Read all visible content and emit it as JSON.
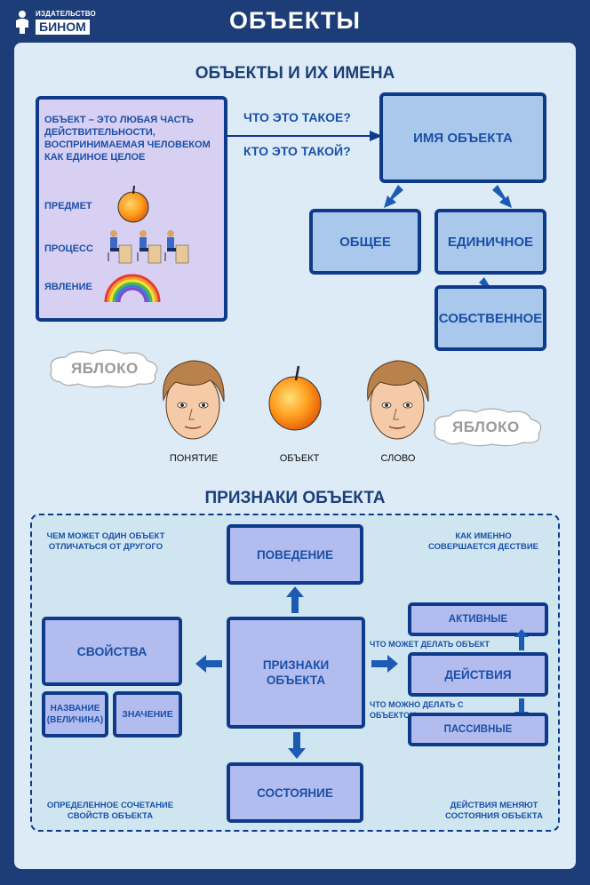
{
  "publisher": {
    "small": "ИЗДАТЕЛЬСТВО",
    "name": "БИНОМ"
  },
  "title": "ОБЪЕКТЫ",
  "section1": {
    "title": "ОБЪЕКТЫ И ИХ ИМЕНА",
    "definition": "ОБЪЕКТ – ЭТО ЛЮБАЯ ЧАСТЬ ДЕЙСТВИТЕЛЬНОСТИ, ВОСПРИНИМАЕМАЯ ЧЕЛОВЕКОМ КАК ЕДИНОЕ ЦЕЛОЕ",
    "categories": [
      "ПРЕДМЕТ",
      "ПРОЦЕСС",
      "ЯВЛЕНИЕ"
    ],
    "question1": "ЧТО ЭТО ТАКОЕ?",
    "question2": "КТО ЭТО ТАКОЙ?",
    "name_box": "ИМЯ ОБЪЕКТА",
    "general": "ОБЩЕЕ",
    "single": "ЕДИНИЧНОЕ",
    "proper": "СОБСТВЕННОЕ",
    "cloud_left": "ЯБЛОКО",
    "cloud_right": "ЯБЛОКО",
    "captions": [
      "ПОНЯТИЕ",
      "ОБЪЕКТ",
      "СЛОВО"
    ]
  },
  "section2": {
    "title": "ПРИЗНАКИ ОБЪЕКТА",
    "note_top_left": "ЧЕМ МОЖЕТ ОДИН ОБЪЕКТ ОТЛИЧАТЬСЯ ОТ ДРУГОГО",
    "note_top_right": "КАК ИМЕННО СОВЕРШАЕТСЯ ДЕСТВИЕ",
    "note_bottom_left": "ОПРЕДЕЛЕННОЕ СОЧЕТАНИЕ СВОЙСТВ ОБЪЕКТА",
    "note_bottom_right": "ДЕЙСТВИЯ МЕНЯЮТ СОСТОЯНИЯ ОБЪЕКТА",
    "behavior": "ПОВЕДЕНИЕ",
    "center": "ПРИЗНАКИ ОБЪЕКТА",
    "properties": "СВОЙСТВА",
    "name_value": "НАЗВАНИЕ (ВЕЛИЧИНА)",
    "value": "ЗНАЧЕНИЕ",
    "state": "СОСТОЯНИЕ",
    "active": "АКТИВНЫЕ",
    "actions": "ДЕЙСТВИЯ",
    "passive": "ПАССИВНЫЕ",
    "can_do": "ЧТО МОЖЕТ ДЕЛАТЬ ОБЪЕКТ",
    "can_be_done": "ЧТО МОЖНО ДЕЛАТЬ С ОБЪЕКТОМ"
  }
}
